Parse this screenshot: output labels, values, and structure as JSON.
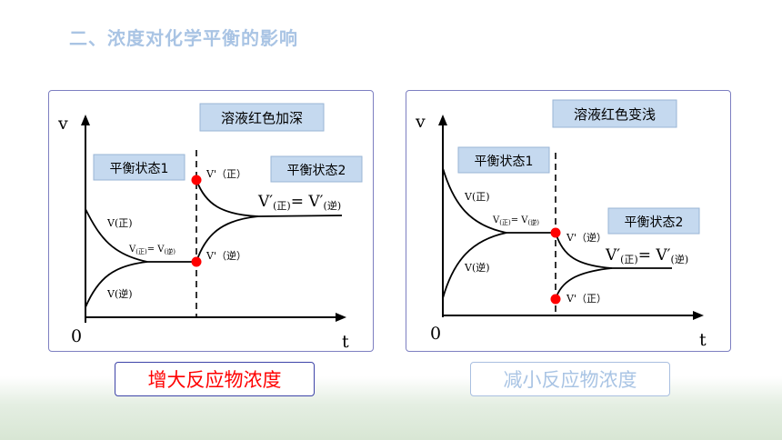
{
  "page": {
    "title": "二、浓度对化学平衡的影响"
  },
  "colors": {
    "title": "#a9c4e4",
    "curve": "#000000",
    "red_dot": "#ff0000",
    "label_box_fill": "#c5d9ef",
    "label_box_border": "#99b5d6",
    "panel_border": "#7d7fc1",
    "caption_left_text": "#ff0000",
    "caption_left_border": "#3e44a8",
    "caption_right_text": "#a9c4e4",
    "caption_right_border": "#a9bfe0"
  },
  "axis": {
    "v": "v",
    "t": "t",
    "origin": "0"
  },
  "labels": {
    "v": "V",
    "v_prime": "V'",
    "v_prime_large": "V′",
    "zheng": "正",
    "ni": "逆",
    "zheng_paren": "(正)",
    "ni_paren": "(逆)",
    "zheng_fullparen": "（正）",
    "ni_fullparen": "（逆）",
    "eq": "=",
    "state1": "平衡状态1",
    "state2": "平衡状态2"
  },
  "panels": {
    "left": {
      "box_label": "溶液红色加深",
      "caption": "增大反应物浓度"
    },
    "right": {
      "box_label": "溶液红色变浅",
      "caption": "减小反应物浓度"
    }
  }
}
